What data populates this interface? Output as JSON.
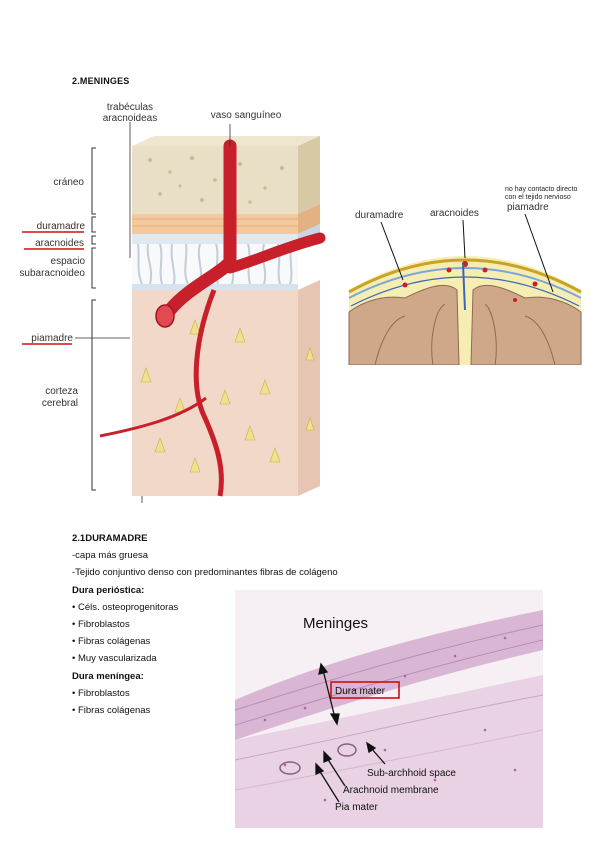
{
  "section_title": "2.MENINGES",
  "figure1": {
    "labels": {
      "trabeculas_line1": "trabéculas",
      "trabeculas_line2": "aracnoideas",
      "vaso": "vaso sanguíneo",
      "craneo": "cráneo",
      "duramadre": "duramadre",
      "aracnoides": "aracnoides",
      "espacio_line1": "espacio",
      "espacio_line2": "subaracnoideo",
      "piamadre": "piamadre",
      "corteza_line1": "corteza",
      "corteza_line2": "cerebral"
    }
  },
  "figure2": {
    "labels": {
      "note_line1": "no hay contacto directo",
      "note_line2": "con el tejido nervioso",
      "duramadre": "duramadre",
      "aracnoides": "aracnoides",
      "piamadre": "piamadre"
    }
  },
  "notes": {
    "heading": "2.1DURAMADRE",
    "lines": [
      "-capa más gruesa",
      "-Tejido conjuntivo denso con predominantes fibras de colágeno"
    ],
    "periostica": {
      "heading": "Dura perióstica:",
      "items": [
        "• Céls. osteoprogenitoras",
        " • Fibroblastos",
        "• Fibras colágenas",
        "• Muy vascularizada"
      ]
    },
    "meningea": {
      "heading": "Dura meníngea:",
      "items": [
        "• Fibroblastos",
        "• Fibras colágenas"
      ]
    }
  },
  "micrograph": {
    "title": "Meninges",
    "labels": {
      "dura": "Dura mater",
      "sub": "Sub-archhoid space",
      "arach": "Arachnoid membrane",
      "pia": "Pia mater"
    }
  },
  "colors": {
    "underline": "#cc1111",
    "vessel": "#c8202a",
    "dura_layer": "#f3c9a0",
    "cortex": "#f1d8c8",
    "stain": "#d9b6d4"
  }
}
